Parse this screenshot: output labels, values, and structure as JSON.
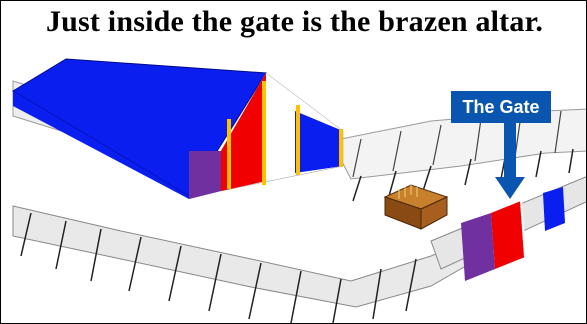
{
  "slide": {
    "title": "Just inside the gate is the brazen altar.",
    "gate_label": "The Gate"
  },
  "colors": {
    "blue": "#0a1ef0",
    "red": "#f00000",
    "purple": "#7030a0",
    "gold": "#ffc000",
    "label_bg": "#0a55b0"
  },
  "objects": [
    "tabernacle-tent",
    "courtyard-fence",
    "brazen-altar",
    "gate-hangings",
    "gate-arrow"
  ]
}
